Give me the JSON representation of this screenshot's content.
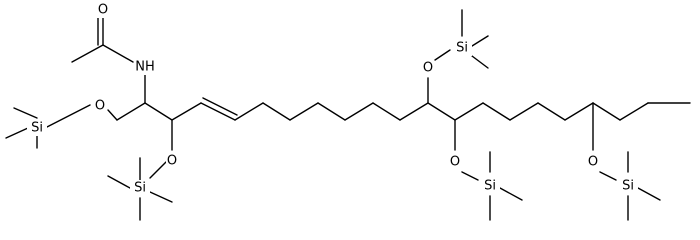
{
  "molecule": {
    "atom_labels": {
      "nh": "NH",
      "o_carbonyl": "O",
      "o_primary": "O",
      "o_allylic": "O",
      "o_upper": "O",
      "o_lower_mid": "O",
      "o_lower_right": "O",
      "si_left": "Si",
      "si_bottom_left": "Si",
      "si_top": "Si",
      "si_bottom_mid": "Si",
      "si_bottom_right": "Si"
    },
    "colors": {
      "bond": "#000000",
      "text": "#000000",
      "background": "#ffffff"
    }
  }
}
